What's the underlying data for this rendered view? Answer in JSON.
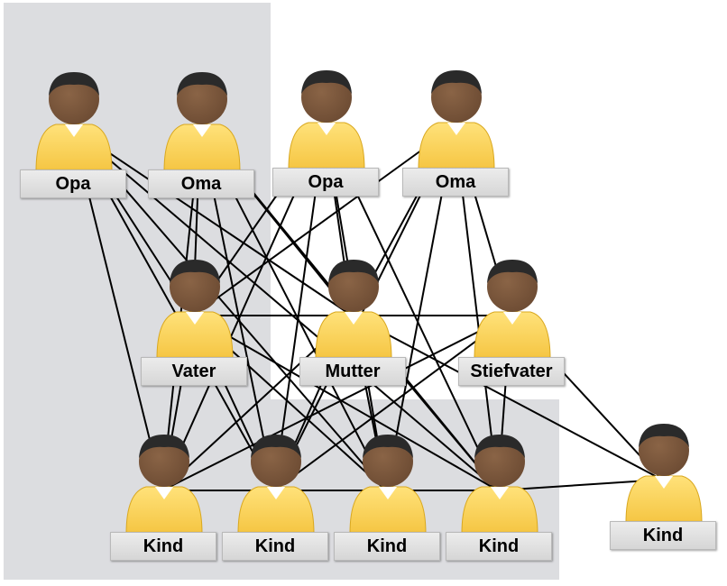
{
  "family": {
    "grandparents": [
      {
        "id": "opa1",
        "label": "Opa"
      },
      {
        "id": "oma1",
        "label": "Oma"
      },
      {
        "id": "opa2",
        "label": "Opa"
      },
      {
        "id": "oma2",
        "label": "Oma"
      }
    ],
    "parents": [
      {
        "id": "vater",
        "label": "Vater"
      },
      {
        "id": "mutter",
        "label": "Mutter"
      },
      {
        "id": "stiefvater",
        "label": "Stiefvater"
      }
    ],
    "children": [
      {
        "id": "kind1",
        "label": "Kind"
      },
      {
        "id": "kind2",
        "label": "Kind"
      },
      {
        "id": "kind3",
        "label": "Kind"
      },
      {
        "id": "kind4",
        "label": "Kind"
      },
      {
        "id": "kind5",
        "label": "Kind"
      }
    ]
  },
  "links": [
    [
      "opa1",
      "vater"
    ],
    [
      "opa1",
      "mutter"
    ],
    [
      "opa1",
      "kind1"
    ],
    [
      "opa1",
      "kind2"
    ],
    [
      "opa1",
      "kind3"
    ],
    [
      "opa1",
      "kind4"
    ],
    [
      "oma1",
      "vater"
    ],
    [
      "oma1",
      "mutter"
    ],
    [
      "oma1",
      "kind1"
    ],
    [
      "oma1",
      "kind2"
    ],
    [
      "oma1",
      "kind3"
    ],
    [
      "oma1",
      "kind4"
    ],
    [
      "opa2",
      "vater"
    ],
    [
      "opa2",
      "mutter"
    ],
    [
      "opa2",
      "kind1"
    ],
    [
      "opa2",
      "kind2"
    ],
    [
      "opa2",
      "kind3"
    ],
    [
      "opa2",
      "kind4"
    ],
    [
      "oma2",
      "vater"
    ],
    [
      "oma2",
      "mutter"
    ],
    [
      "oma2",
      "stiefvater"
    ],
    [
      "oma2",
      "kind2"
    ],
    [
      "oma2",
      "kind3"
    ],
    [
      "oma2",
      "kind4"
    ],
    [
      "vater",
      "mutter"
    ],
    [
      "vater",
      "kind1"
    ],
    [
      "vater",
      "kind2"
    ],
    [
      "vater",
      "kind3"
    ],
    [
      "vater",
      "kind4"
    ],
    [
      "mutter",
      "stiefvater"
    ],
    [
      "mutter",
      "kind1"
    ],
    [
      "mutter",
      "kind2"
    ],
    [
      "mutter",
      "kind3"
    ],
    [
      "mutter",
      "kind4"
    ],
    [
      "mutter",
      "kind5"
    ],
    [
      "stiefvater",
      "kind1"
    ],
    [
      "stiefvater",
      "kind2"
    ],
    [
      "stiefvater",
      "kind4"
    ],
    [
      "stiefvater",
      "kind5"
    ],
    [
      "kind1",
      "kind2"
    ],
    [
      "kind2",
      "kind3"
    ],
    [
      "kind3",
      "kind4"
    ],
    [
      "kind4",
      "kind5"
    ],
    [
      "kind1",
      "kind4"
    ]
  ],
  "colors": {
    "region": "#dcdde0",
    "skin": "#6b4a32",
    "hair": "#2a2a2a",
    "shirt": "#f5c542",
    "collar": "#ffffff",
    "line": "#000000"
  }
}
